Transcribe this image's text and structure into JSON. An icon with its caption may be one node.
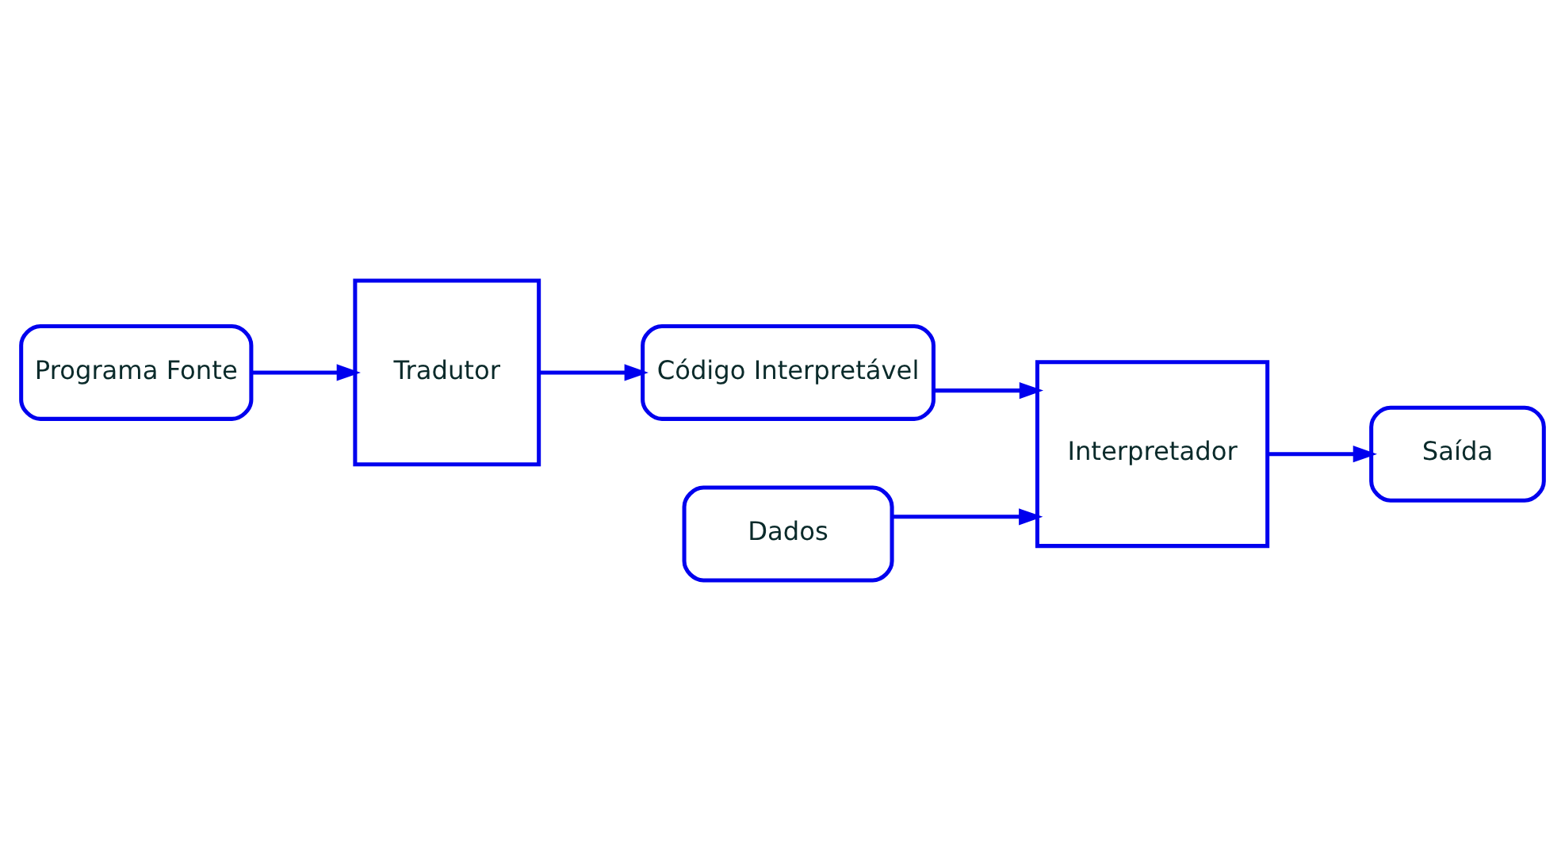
{
  "diagram": {
    "nodes": [
      {
        "text": [
          "Programa Fonte"
        ]
      },
      {
        "text": [
          "Tradutor"
        ]
      },
      {
        "text": [
          "Código Interpretável"
        ]
      },
      {
        "text": [
          "Dados"
        ]
      },
      {
        "text": [
          "Interpretador"
        ]
      },
      {
        "text": [
          "Saída"
        ]
      }
    ],
    "edges": [
      {
        "from": 0,
        "to": 1,
        "arrow": "to"
      },
      {
        "from": 1,
        "to": 2,
        "arrow": "to"
      },
      {
        "from": 2,
        "to": 4,
        "arrow": "to"
      },
      {
        "from": 3,
        "to": 4,
        "arrow": "to"
      },
      {
        "from": 4,
        "to": 5,
        "arrow": "to"
      }
    ]
  }
}
